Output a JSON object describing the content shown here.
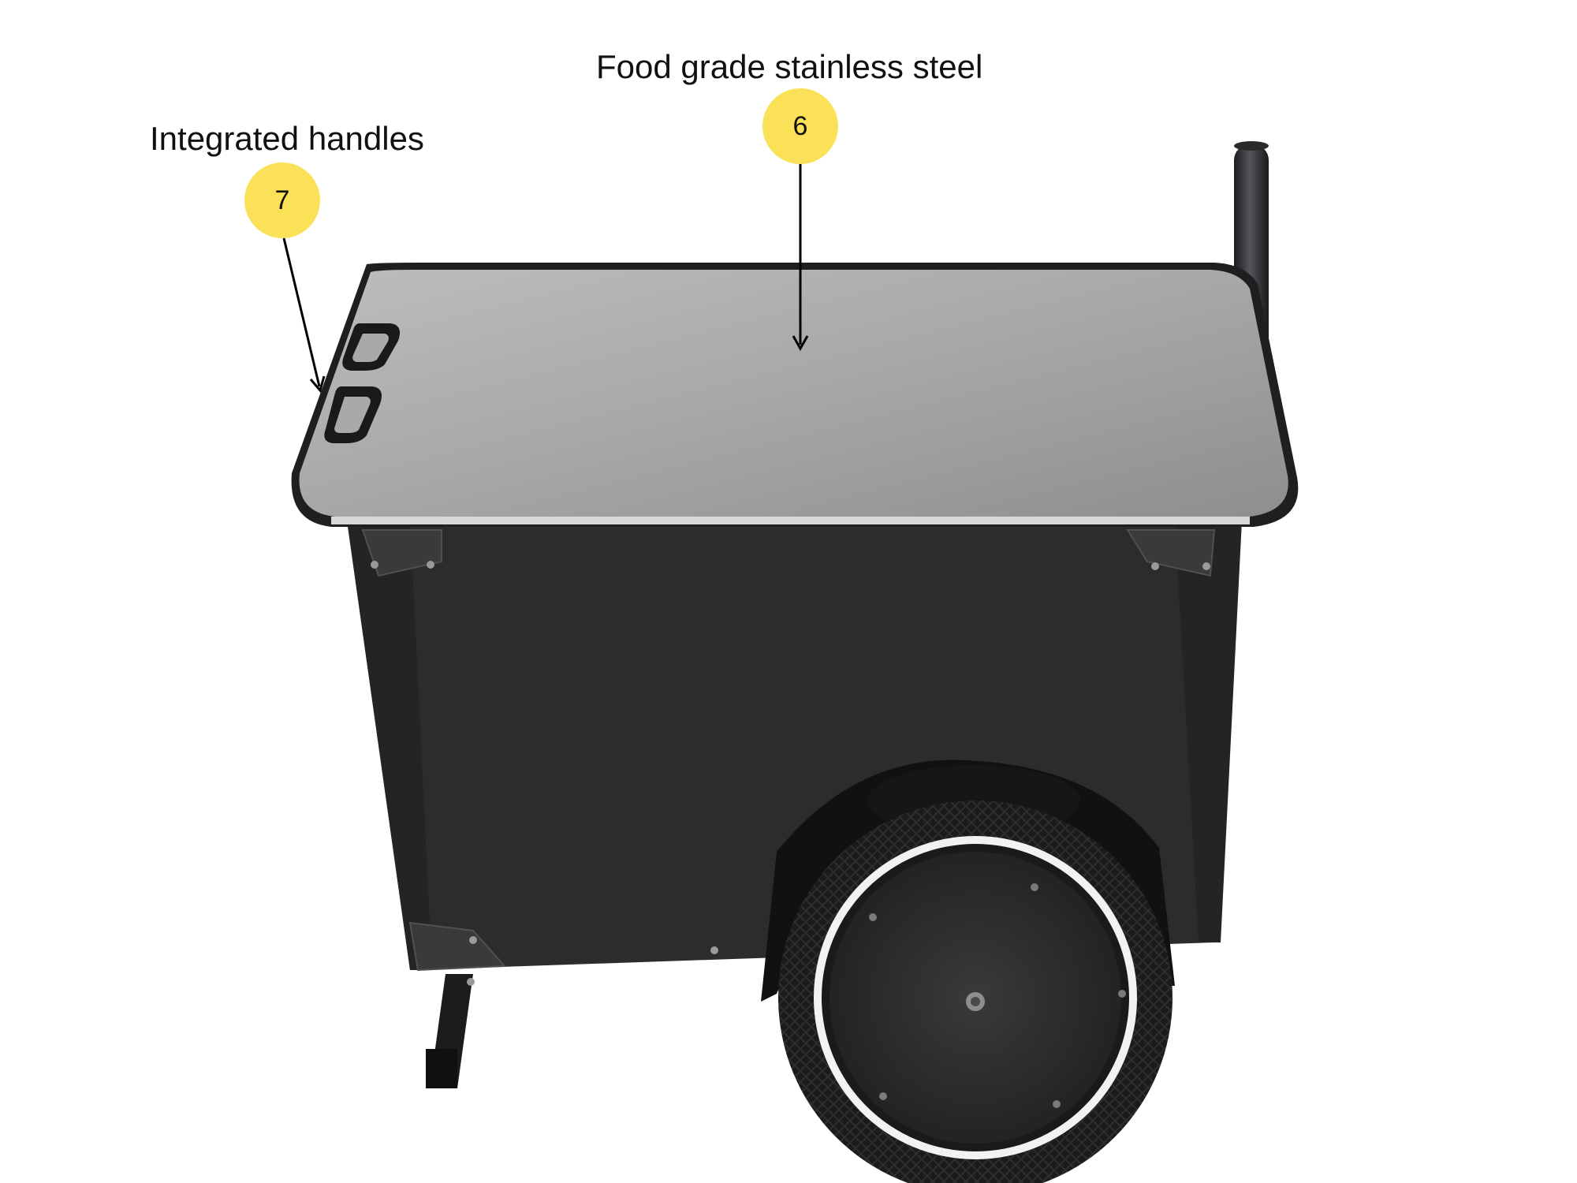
{
  "callouts": [
    {
      "number": "6",
      "label": "Food grade stainless steel"
    },
    {
      "number": "7",
      "label": "Integrated handles"
    }
  ],
  "colors": {
    "badge": "#fbe158",
    "cabinet": "#2b2b2d",
    "steel_top": "#a9a9ab",
    "tire": "#1a1a1a",
    "arrow": "#000000"
  }
}
